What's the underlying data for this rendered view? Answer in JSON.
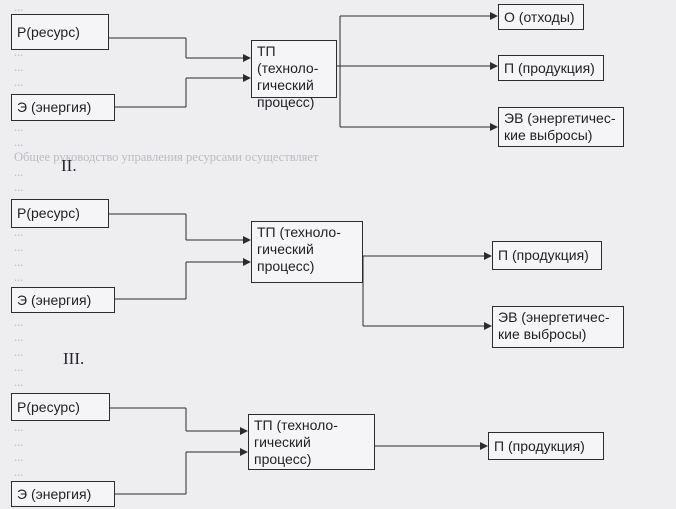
{
  "background_text": [
    "...",
    "...",
    "...",
    "...",
    "...",
    "...",
    "...",
    "...",
    "...",
    "...",
    "Общее руководство управления ресурсами осуществляет",
    "...",
    "...",
    "...",
    "...",
    "...",
    "...",
    "...",
    "...",
    "...",
    "...",
    "...",
    "...",
    "...",
    "...",
    "...",
    "...",
    "...",
    "...",
    "...",
    "...",
    "...",
    "..."
  ],
  "section1": {
    "resource": "Р(ресурс)",
    "energy": "Э (энергия)",
    "process": "ТП (техноло-\nгический\nпроцесс)",
    "waste": "О (отходы)",
    "product": "П (продукция)",
    "emissions": "ЭВ (энергетичес-\nкие выбросы)"
  },
  "section2": {
    "numeral": "II.",
    "resource": "Р(ресурс)",
    "energy": "Э (энергия)",
    "process": "ТП (техноло-\nгический\nпроцесс)",
    "product": "П (продукция)",
    "emissions": "ЭВ (энергетичес-\nкие выбросы)"
  },
  "section3": {
    "numeral": "III.",
    "resource": "Р(ресурс)",
    "energy": "Э (энергия)",
    "process": "ТП (техноло-\nгический\nпроцесс)",
    "product": "П (продукция)"
  }
}
